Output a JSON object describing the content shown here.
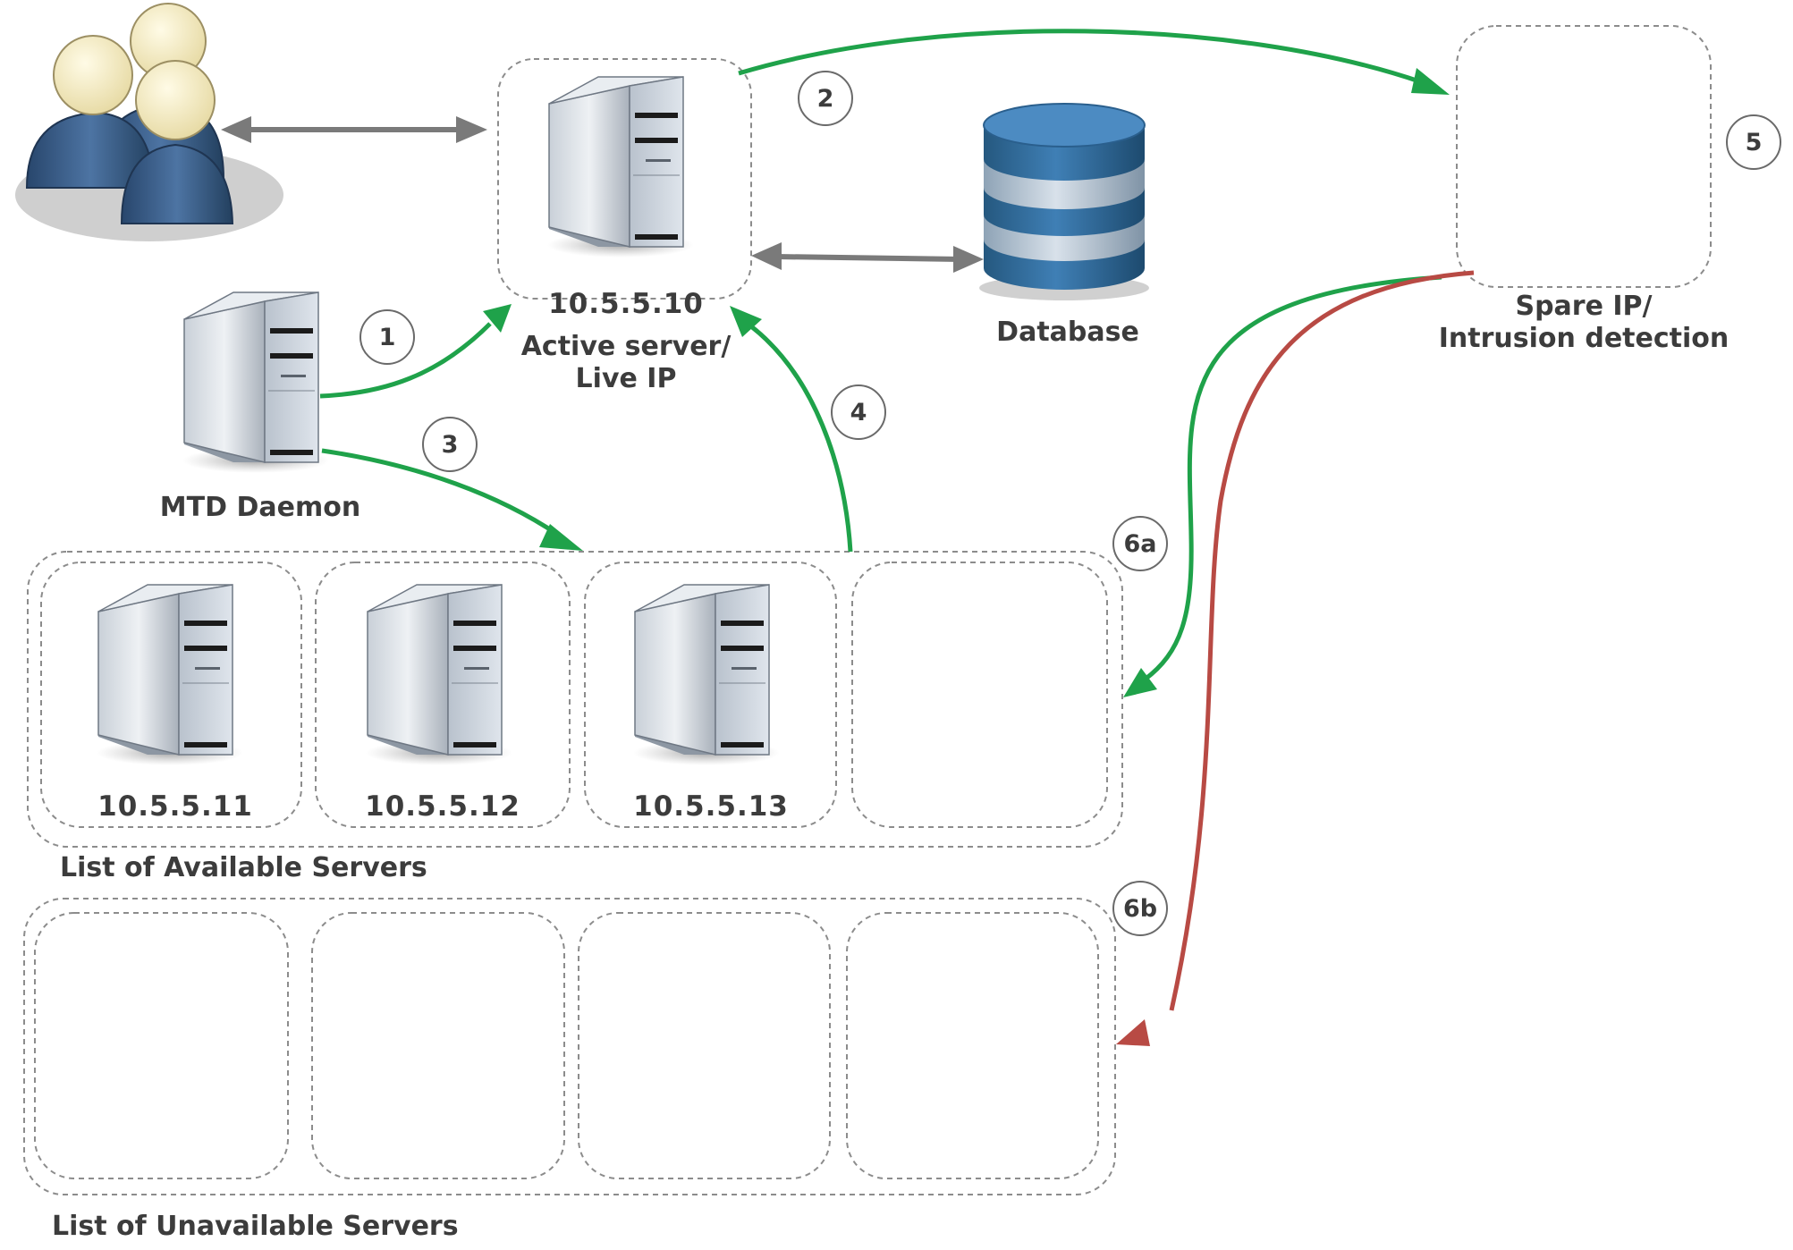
{
  "colors": {
    "green_arrow": "#1fa24a",
    "red_arrow": "#b84a44",
    "gray_arrow": "#7a7a7a",
    "dashed_border": "#8c8c8c",
    "database_blue": "#2f6a9e",
    "users_blue": "#3c5e88"
  },
  "nodes": {
    "active_ip": "10.5.5.10",
    "active_label_line1": "Active server/",
    "active_label_line2": "Live IP",
    "database_label": "Database",
    "spare_label_line1": "Spare IP/",
    "spare_label_line2": "Intrusion detection",
    "daemon_label": "MTD Daemon"
  },
  "available": {
    "title": "List of Available Servers",
    "servers": [
      "10.5.5.11",
      "10.5.5.12",
      "10.5.5.13"
    ]
  },
  "unavailable": {
    "title": "List of Unavailable Servers"
  },
  "steps": [
    "1",
    "2",
    "3",
    "4",
    "5",
    "6a",
    "6b"
  ],
  "icons": [
    "users-icon",
    "server-icon",
    "database-icon"
  ]
}
